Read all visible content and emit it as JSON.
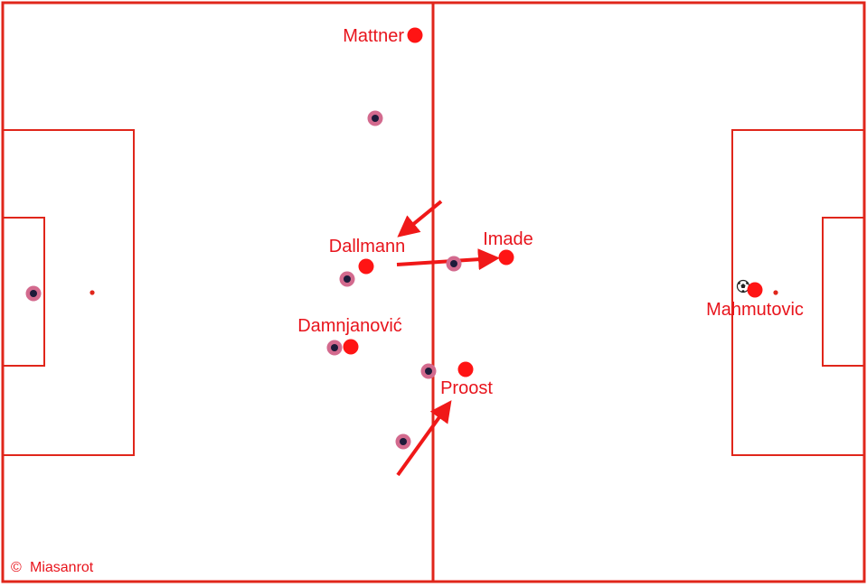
{
  "colors": {
    "line": "#e0261b",
    "player": "#ff1414",
    "opponent_outer": "#d36a8e",
    "opponent_inner": "#1d1b3a",
    "arrow": "#f01818",
    "background": "#ffffff"
  },
  "players": [
    {
      "name": "Mattner"
    },
    {
      "name": "Dallmann"
    },
    {
      "name": "Imade"
    },
    {
      "name": "Damnjanović"
    },
    {
      "name": "Proost"
    },
    {
      "name": "Mahmutovic"
    }
  ],
  "ball": {
    "icon": "soccer-ball-icon"
  },
  "credit": {
    "symbol": "©",
    "text": "Miasanrot"
  }
}
